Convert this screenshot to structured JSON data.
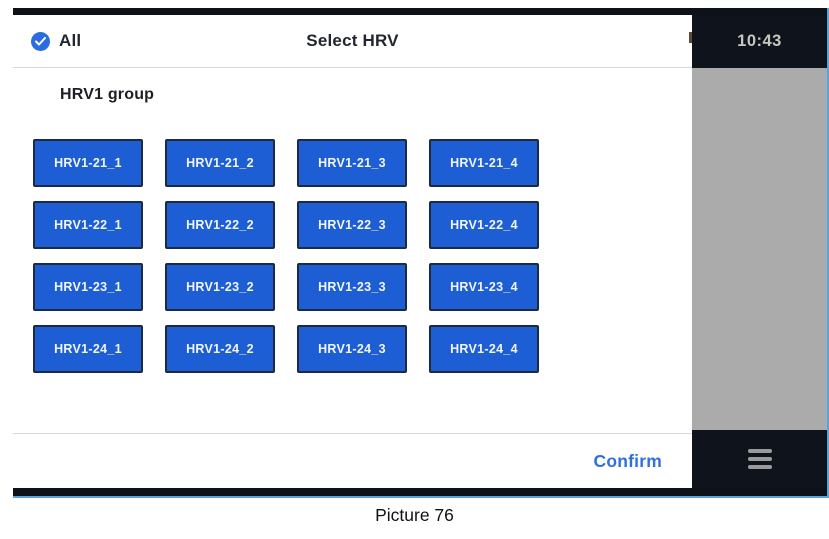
{
  "header": {
    "all_label": "All",
    "title": "Select HRV"
  },
  "status": {
    "time": "10:43"
  },
  "group": {
    "label": "HRV1 group"
  },
  "units": [
    "HRV1-21_1",
    "HRV1-21_2",
    "HRV1-21_3",
    "HRV1-21_4",
    "HRV1-22_1",
    "HRV1-22_2",
    "HRV1-22_3",
    "HRV1-22_4",
    "HRV1-23_1",
    "HRV1-23_2",
    "HRV1-23_3",
    "HRV1-23_4",
    "HRV1-24_1",
    "HRV1-24_2",
    "HRV1-24_3",
    "HRV1-24_4"
  ],
  "footer": {
    "confirm_label": "Confirm"
  },
  "icons": {
    "check": "checkmark-circle",
    "menu": "hamburger-menu"
  },
  "colors": {
    "unit_button": "#1e5ed4",
    "unit_button_border": "#1c2a42",
    "accent_blue": "#2a6de0",
    "confirm_text": "#2f6fe0",
    "status_bar_bg": "#0e131c",
    "scroll_track": "#ababab",
    "picture_border": "#59a4d6"
  },
  "caption": "Picture 76"
}
